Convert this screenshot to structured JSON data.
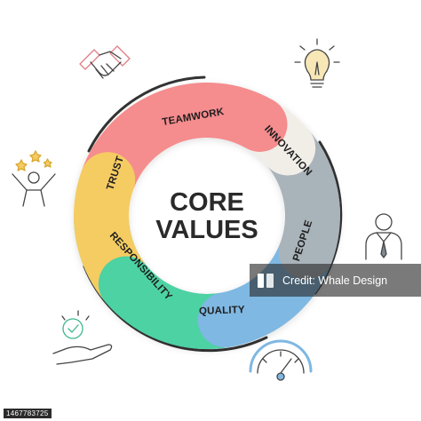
{
  "diagram": {
    "center_line1": "CORE",
    "center_line2": "VALUES",
    "segments": [
      {
        "label": "TEAMWORK",
        "color": "#f58c8e"
      },
      {
        "label": "INNOVATION",
        "color": "#f1eee8"
      },
      {
        "label": "PEOPLE",
        "color": "#a9b3ba"
      },
      {
        "label": "QUALITY",
        "color": "#7fb8e2"
      },
      {
        "label": "RESPONSIBILITY",
        "color": "#4dd2a3"
      },
      {
        "label": "TRUST",
        "color": "#f5cc62"
      }
    ],
    "ring_color": "#333333",
    "icons": [
      "handshake-icon",
      "lightbulb-icon",
      "celebrating-person-icon",
      "businessman-icon",
      "coin-hand-icon",
      "gauge-icon"
    ]
  },
  "watermark": {
    "text": "Credit: Whale Design",
    "id": "1467783725"
  }
}
